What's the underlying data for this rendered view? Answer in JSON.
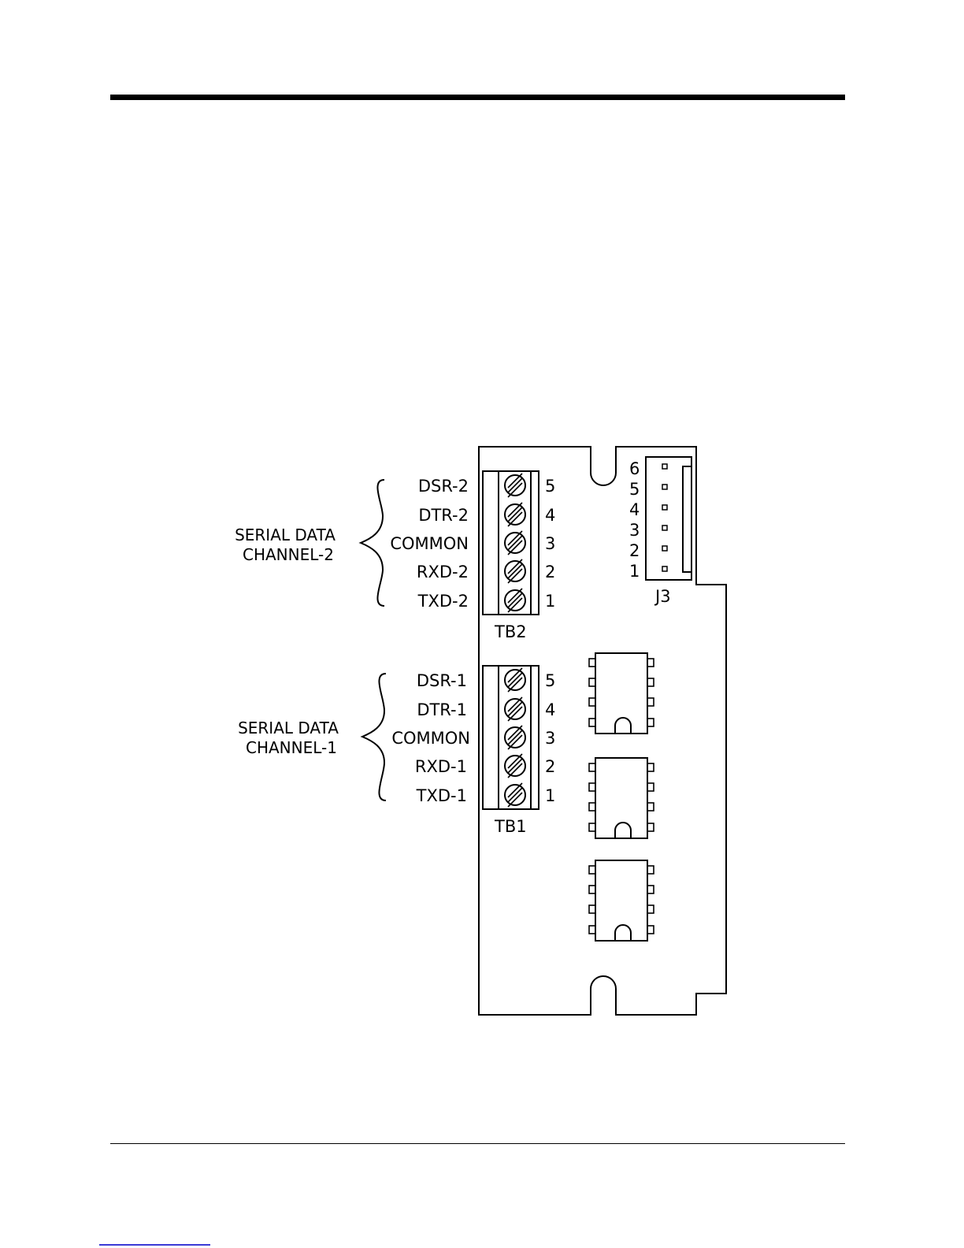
{
  "diagram": {
    "tb2": {
      "label": "TB2",
      "group_label": [
        "SERIAL DATA",
        "CHANNEL-2"
      ],
      "signals": [
        "DSR-2",
        "DTR-2",
        "COMMON",
        "RXD-2",
        "TXD-2"
      ],
      "pins": [
        "5",
        "4",
        "3",
        "2",
        "1"
      ]
    },
    "tb1": {
      "label": "TB1",
      "group_label": [
        "SERIAL DATA",
        "CHANNEL-1"
      ],
      "signals": [
        "DSR-1",
        "DTR-1",
        "COMMON",
        "RXD-1",
        "TXD-1"
      ],
      "pins": [
        "5",
        "4",
        "3",
        "2",
        "1"
      ]
    },
    "j3": {
      "label": "J3",
      "pins": [
        "6",
        "5",
        "4",
        "3",
        "2",
        "1"
      ]
    }
  }
}
